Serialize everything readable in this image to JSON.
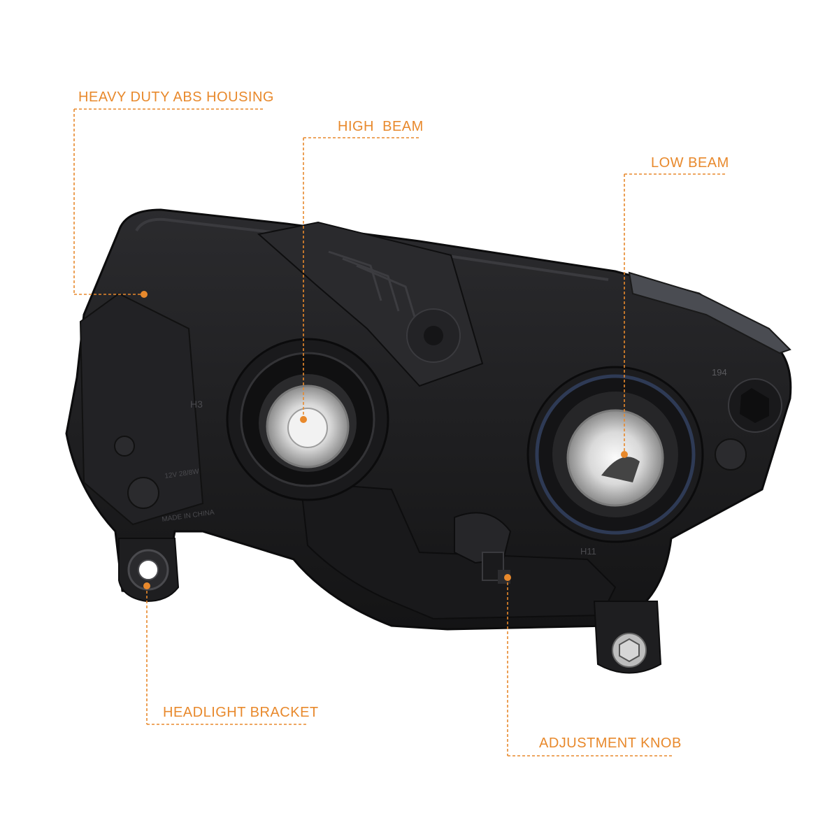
{
  "callouts": {
    "housing": {
      "label": "HEAVY DUTY ABS HOUSING"
    },
    "high_beam": {
      "label": "HIGH  BEAM"
    },
    "low_beam": {
      "label": "LOW BEAM"
    },
    "bracket": {
      "label": "HEADLIGHT BRACKET"
    },
    "knob": {
      "label": "ADJUSTMENT KNOB"
    }
  },
  "product_markings": {
    "high_beam_bulb": "H3",
    "low_beam_bulb": "H11",
    "marker_bulb": "194",
    "origin": "MADE IN CHINA",
    "spec": "12V 28/8W"
  },
  "colors": {
    "accent": "#e8892c",
    "housing": "#1f1f21",
    "background": "#ffffff"
  }
}
